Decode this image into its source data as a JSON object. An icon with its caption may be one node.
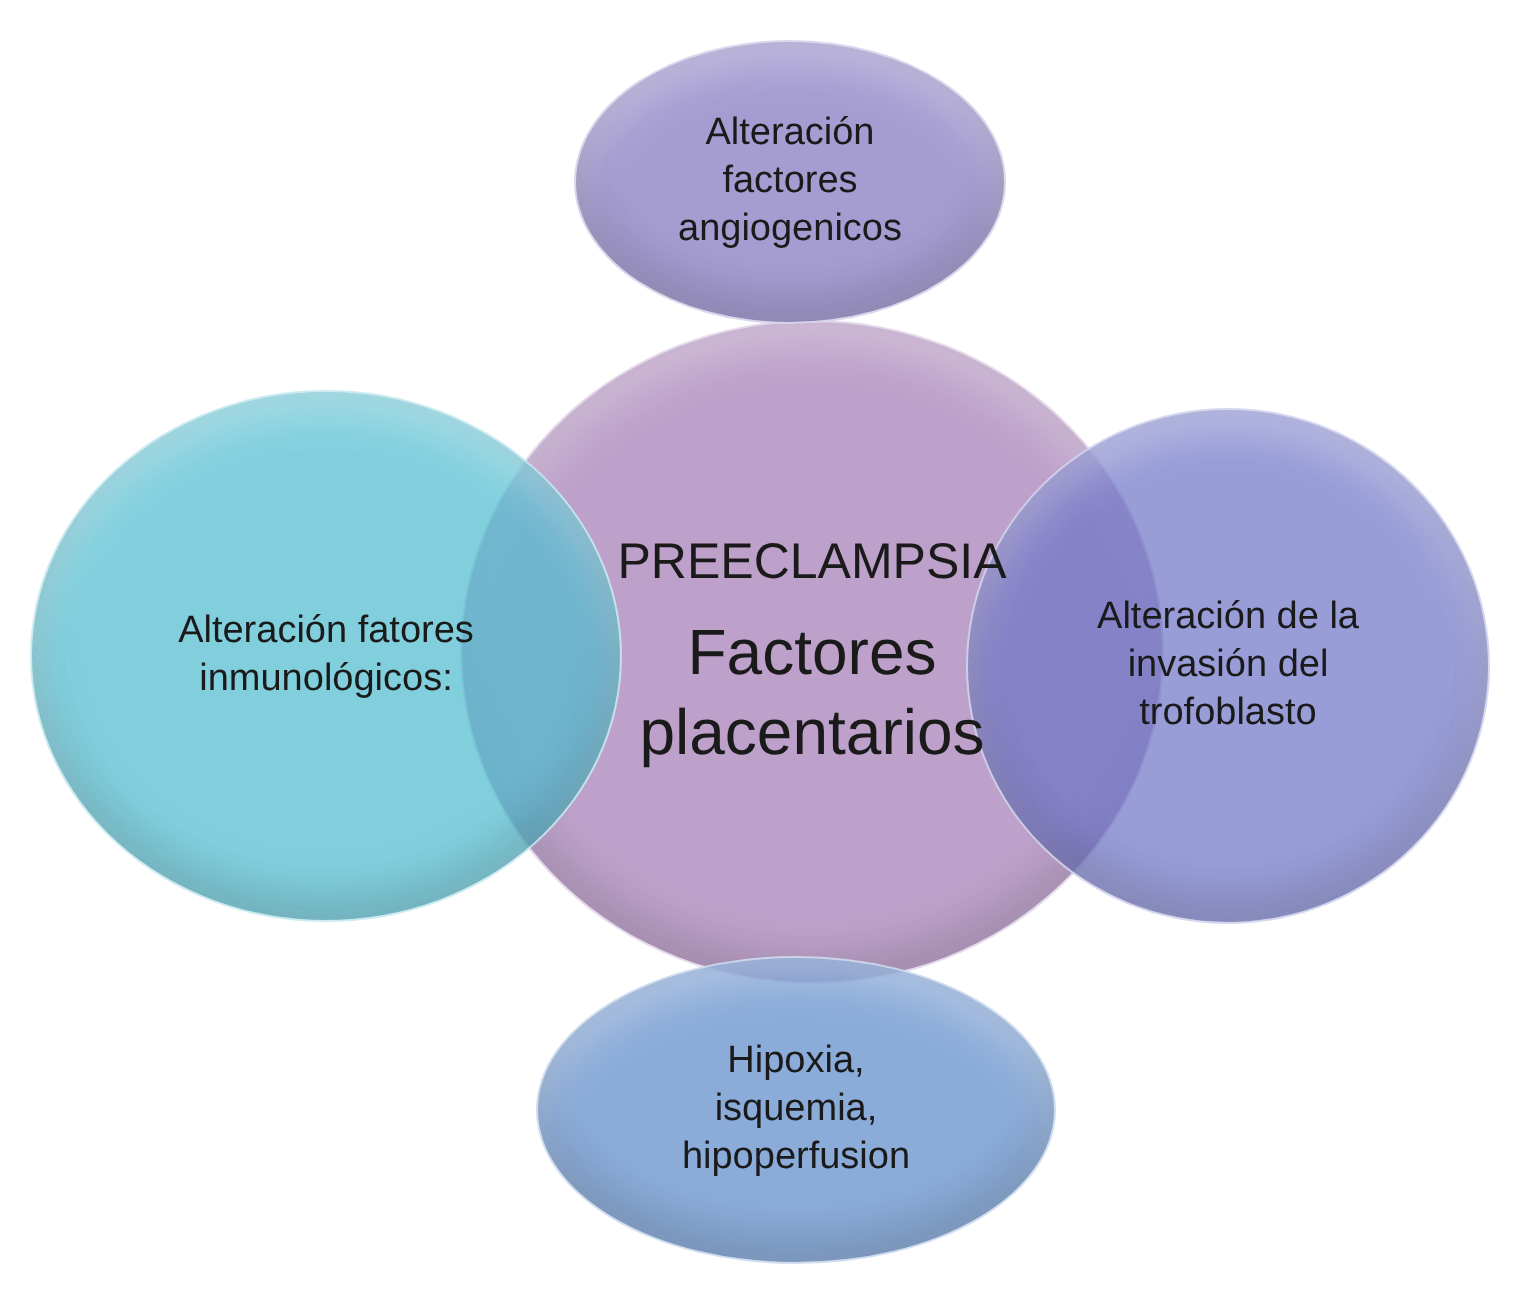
{
  "diagram": {
    "nodes": [
      {
        "text": [
          "PREECLAMPSIA",
          "Factores placentarios"
        ]
      },
      {
        "text": [
          "Alteración factores angiogenicos"
        ]
      },
      {
        "text": [
          "Alteración fatores inmunológicos:"
        ]
      },
      {
        "text": [
          "Alteración de la invasión del trofoblasto"
        ]
      },
      {
        "text": [
          "Hipoxia, isquemia, hipoperfusion"
        ]
      }
    ]
  }
}
